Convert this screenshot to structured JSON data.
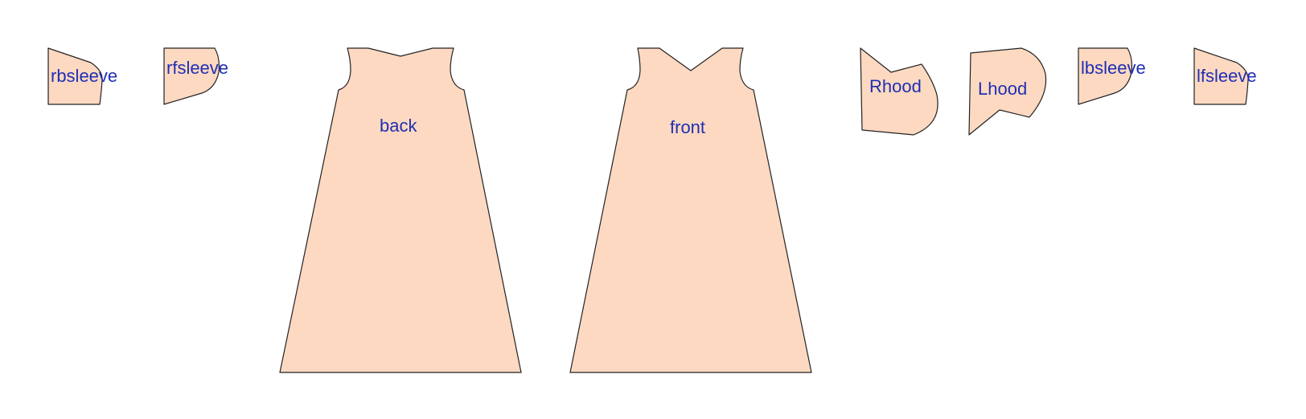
{
  "colors": {
    "piece_fill": "#fdd9c1",
    "piece_stroke": "#222222",
    "label_color": "#1f2fb3"
  },
  "pieces": [
    {
      "id": "rbsleeve",
      "label": "rbsleeve"
    },
    {
      "id": "rfsleeve",
      "label": "rfsleeve"
    },
    {
      "id": "back",
      "label": "back"
    },
    {
      "id": "front",
      "label": "front"
    },
    {
      "id": "rhood",
      "label": "Rhood"
    },
    {
      "id": "lhood",
      "label": "Lhood"
    },
    {
      "id": "lbsleeve",
      "label": "lbsleeve"
    },
    {
      "id": "lfsleeve",
      "label": "lfsleeve"
    }
  ]
}
